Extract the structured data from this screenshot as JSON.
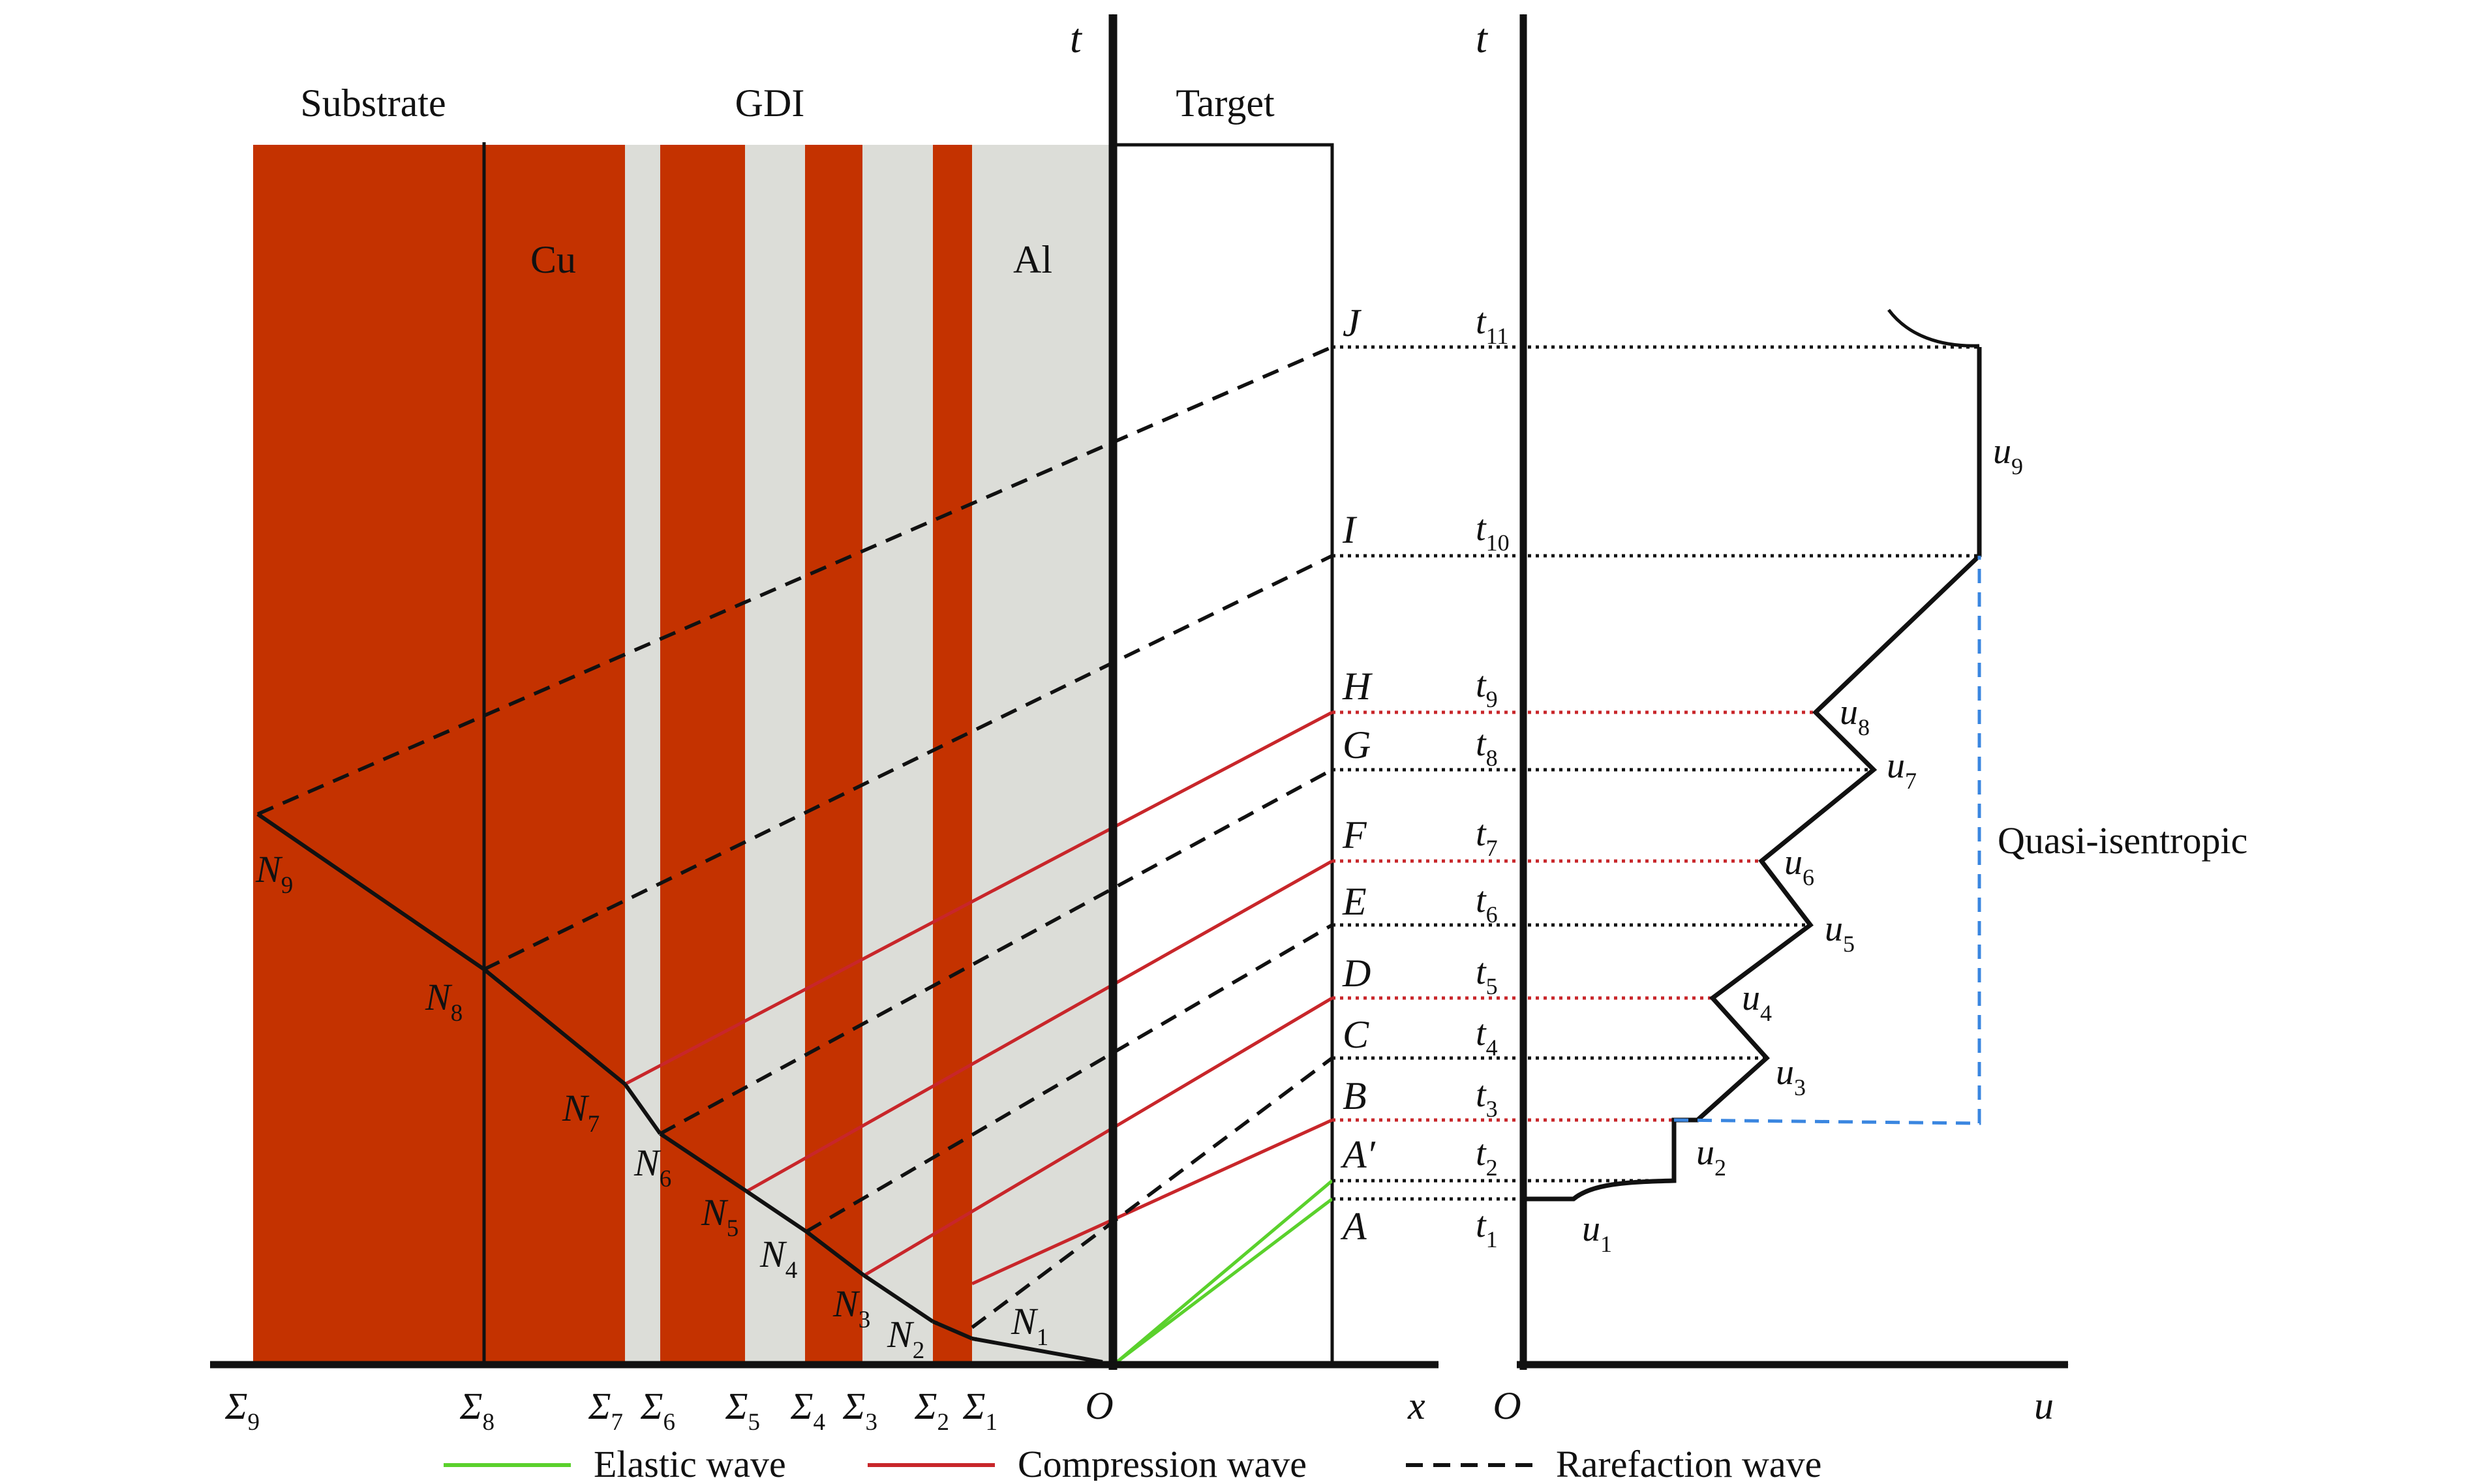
{
  "colors": {
    "copper": "#c43200",
    "aluminum": "#dcddd8",
    "elastic": "#5ad12c",
    "compression": "#c8262a",
    "rarefaction": "#111111",
    "quasi": "#3a86e0",
    "ink": "#111111"
  },
  "region_labels": {
    "substrate": "Substrate",
    "gdi": "GDI",
    "target": "Target",
    "cu": "Cu",
    "al": "Al"
  },
  "axis_labels": {
    "t_left": "t",
    "t_right": "t",
    "x": "x",
    "u": "u",
    "origin_left": "O",
    "origin_right": "O"
  },
  "interfaces": [
    {
      "base": "Σ",
      "sub": "9"
    },
    {
      "base": "Σ",
      "sub": "8"
    },
    {
      "base": "Σ",
      "sub": "7"
    },
    {
      "base": "Σ",
      "sub": "6"
    },
    {
      "base": "Σ",
      "sub": "5"
    },
    {
      "base": "Σ",
      "sub": "4"
    },
    {
      "base": "Σ",
      "sub": "3"
    },
    {
      "base": "Σ",
      "sub": "2"
    },
    {
      "base": "Σ",
      "sub": "1"
    }
  ],
  "nodes": [
    {
      "base": "N",
      "sub": "1"
    },
    {
      "base": "N",
      "sub": "2"
    },
    {
      "base": "N",
      "sub": "3"
    },
    {
      "base": "N",
      "sub": "4"
    },
    {
      "base": "N",
      "sub": "5"
    },
    {
      "base": "N",
      "sub": "6"
    },
    {
      "base": "N",
      "sub": "7"
    },
    {
      "base": "N",
      "sub": "8"
    },
    {
      "base": "N",
      "sub": "9"
    }
  ],
  "events": [
    {
      "point": "A",
      "time": "t",
      "sub": "1",
      "wave": "elastic"
    },
    {
      "point": "A′",
      "time": "t",
      "sub": "2",
      "wave": "elastic"
    },
    {
      "point": "B",
      "time": "t",
      "sub": "3",
      "wave": "compression"
    },
    {
      "point": "C",
      "time": "t",
      "sub": "4",
      "wave": "rarefaction"
    },
    {
      "point": "D",
      "time": "t",
      "sub": "5",
      "wave": "compression"
    },
    {
      "point": "E",
      "time": "t",
      "sub": "6",
      "wave": "rarefaction"
    },
    {
      "point": "F",
      "time": "t",
      "sub": "7",
      "wave": "compression"
    },
    {
      "point": "G",
      "time": "t",
      "sub": "8",
      "wave": "rarefaction"
    },
    {
      "point": "H",
      "time": "t",
      "sub": "9",
      "wave": "compression"
    },
    {
      "point": "I",
      "time": "t",
      "sub": "10",
      "wave": "rarefaction"
    },
    {
      "point": "J",
      "time": "t",
      "sub": "11",
      "wave": "rarefaction"
    }
  ],
  "velocity_labels": [
    {
      "base": "u",
      "sub": "1"
    },
    {
      "base": "u",
      "sub": "2"
    },
    {
      "base": "u",
      "sub": "3"
    },
    {
      "base": "u",
      "sub": "4"
    },
    {
      "base": "u",
      "sub": "5"
    },
    {
      "base": "u",
      "sub": "6"
    },
    {
      "base": "u",
      "sub": "7"
    },
    {
      "base": "u",
      "sub": "8"
    },
    {
      "base": "u",
      "sub": "9"
    }
  ],
  "quasi_label": "Quasi-isentropic",
  "legend": [
    {
      "label": "Elastic wave",
      "style": "elastic"
    },
    {
      "label": "Compression wave",
      "style": "compression"
    },
    {
      "label": "Rarefaction wave",
      "style": "rarefaction"
    }
  ]
}
